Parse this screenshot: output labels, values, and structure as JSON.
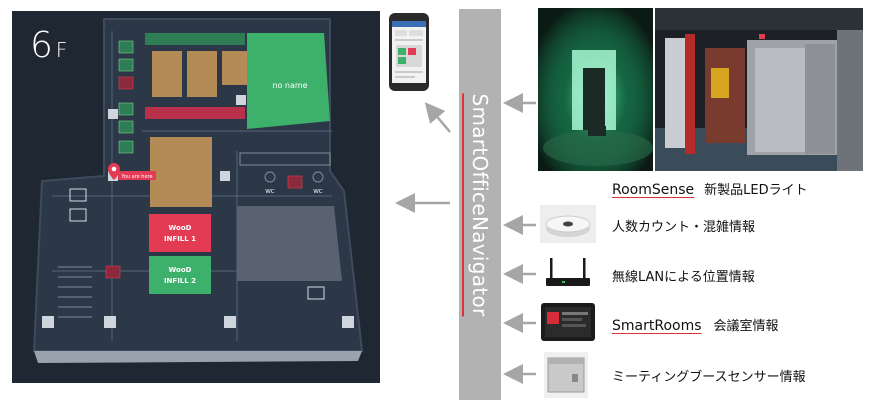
{
  "floor": {
    "number": "6",
    "suffix": "F",
    "room_no_name": "no name",
    "you_are_here": "You are here",
    "room_infill1_line1": "WooD",
    "room_infill1_line2": "INFILL 1",
    "room_infill2_line1": "WooD",
    "room_infill2_line2": "INFILL 2",
    "wc_left": "WC",
    "wc_right": "WC"
  },
  "navigator": {
    "label": "SmartOfficeNavigator"
  },
  "devices": {
    "roomsense_name": "RoomSense",
    "roomsense_desc": "新製品LEDライト",
    "people_count": "人数カウント・混雑情報",
    "wireless_lan": "無線LANによる位置情報",
    "smartrooms_name": "SmartRooms",
    "smartrooms_desc": "会議室情報",
    "booth_sensor": "ミーティングブースセンサー情報"
  },
  "colors": {
    "map_background": "#1f2733",
    "room_green": "#3db06b",
    "room_red": "#e23b53",
    "room_wood": "#b48a57",
    "accent_red": "#e0303a",
    "bar_gray": "#b2b2b2"
  }
}
